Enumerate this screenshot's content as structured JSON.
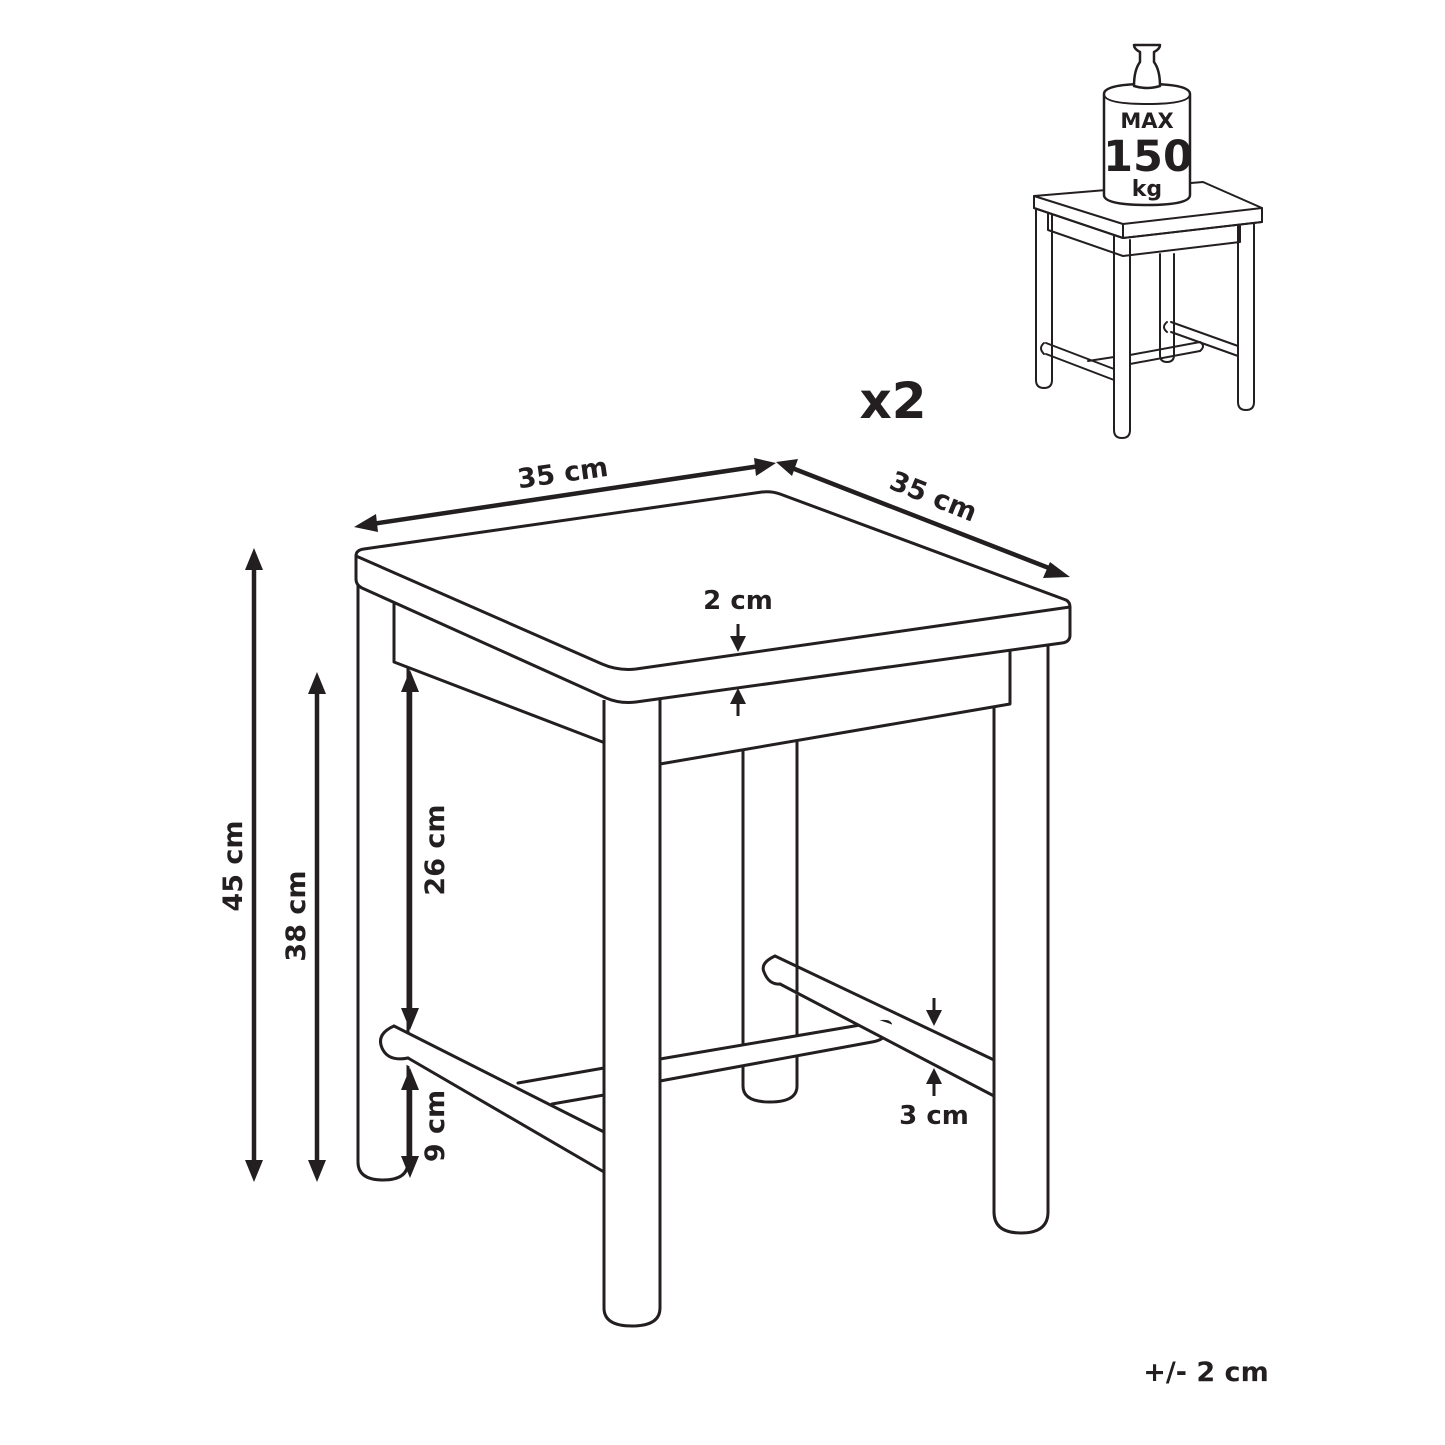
{
  "quantity": "x2",
  "tolerance": "+/- 2 cm",
  "max_load": {
    "line1": "MAX",
    "line2": "150",
    "line3": "kg"
  },
  "dimensions": {
    "seat_width": "35 cm",
    "seat_depth": "35 cm",
    "total_height": "45 cm",
    "leg_height": "38 cm",
    "leg_gap": "26 cm",
    "seat_thickness": "2 cm",
    "rail_height": "9 cm",
    "rail_thickness": "3 cm"
  }
}
